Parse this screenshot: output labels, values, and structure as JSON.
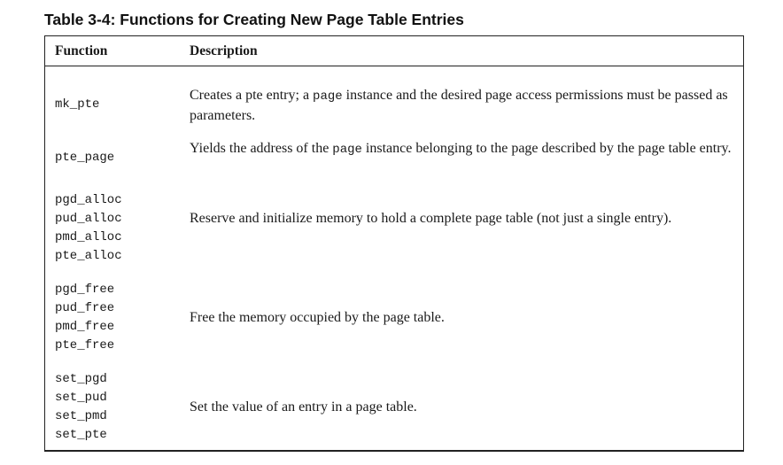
{
  "caption": "Table 3-4: Functions for Creating New Page Table Entries",
  "headers": {
    "function": "Function",
    "description": "Description"
  },
  "rows": [
    {
      "functions": [
        "mk_pte"
      ],
      "desc_parts": [
        "Creates a pte entry; a ",
        "page",
        " instance and the desired page access permissions must be passed as parameters."
      ]
    },
    {
      "functions": [
        "pte_page"
      ],
      "desc_parts": [
        "Yields the address of the ",
        "page",
        " instance belonging to the page described by the page table entry."
      ]
    },
    {
      "functions": [
        "pgd_alloc",
        "pud_alloc",
        "pmd_alloc",
        "pte_alloc"
      ],
      "description": "Reserve and initialize memory to hold a complete page table (not just a single entry)."
    },
    {
      "functions": [
        "pgd_free",
        "pud_free",
        "pmd_free",
        "pte_free"
      ],
      "description": "Free the memory occupied by the page table."
    },
    {
      "functions": [
        "set_pgd",
        "set_pud",
        "set_pmd",
        "set_pte"
      ],
      "description": "Set the value of an entry in a page table."
    }
  ]
}
